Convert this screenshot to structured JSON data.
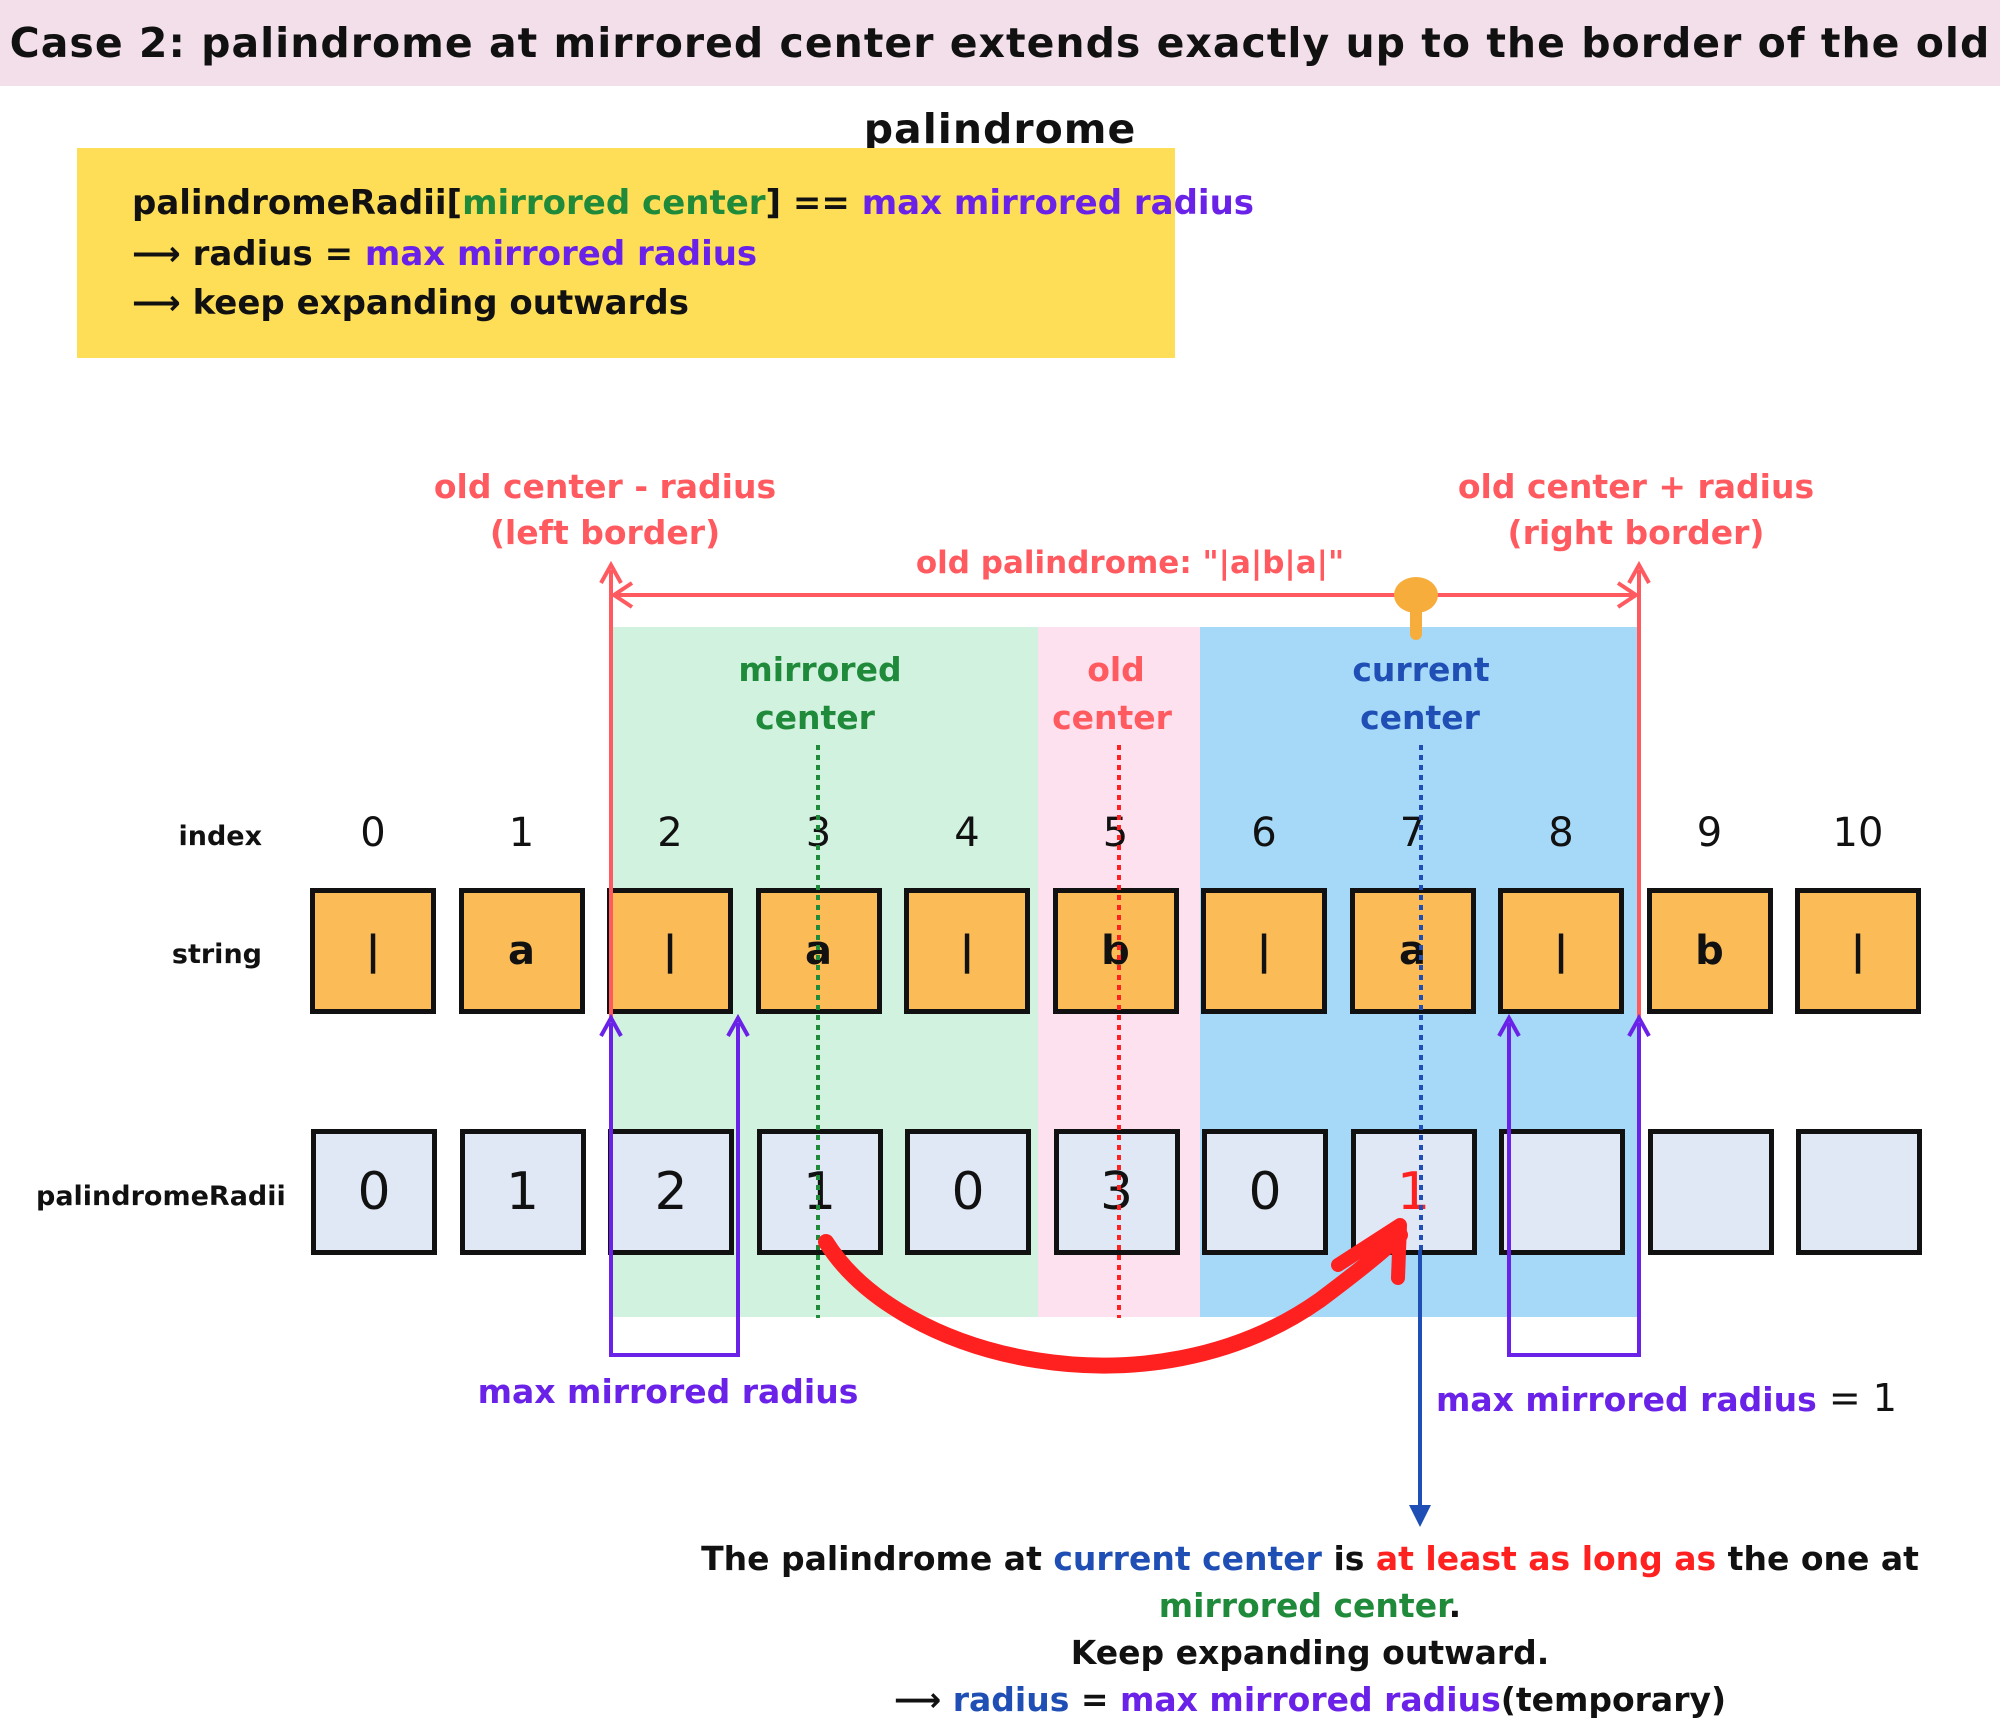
{
  "title": "Case 2: palindrome at mirrored center extends exactly up to the border of the old palindrome",
  "code_box": {
    "line1": {
      "a": "palindromeRadii[",
      "b": "mirrored center",
      "c": "]  == ",
      "d": "max mirrored radius"
    },
    "line2": {
      "arrow": "⟶ ",
      "a": "radius = ",
      "b": "max mirrored radius"
    },
    "line3": {
      "arrow": "⟶ ",
      "a": "keep expanding outwards"
    }
  },
  "labels": {
    "left_border_line1": "old center - radius",
    "left_border_line2": "(left border)",
    "right_border_line1": "old center + radius",
    "right_border_line2": "(right border)",
    "old_palindrome": "old palindrome: \"|a|b|a|\"",
    "mirrored_center_1": "mirrored",
    "mirrored_center_2": "center",
    "old_center_1": "old",
    "old_center_2": "center",
    "current_center_1": "current",
    "current_center_2": "center",
    "max_mirrored_left": "max mirrored radius",
    "max_mirrored_right": "max mirrored radius",
    "max_mirrored_right_value": " = 1"
  },
  "rows": {
    "index": "index",
    "string": "string",
    "radii": "palindromeRadii"
  },
  "indices": [
    "0",
    "1",
    "2",
    "3",
    "4",
    "5",
    "6",
    "7",
    "8",
    "9",
    "10"
  ],
  "string_chars": [
    "|",
    "a",
    "|",
    "a",
    "|",
    "b",
    "|",
    "a",
    "|",
    "b",
    "|"
  ],
  "radii_values": [
    "0",
    "1",
    "2",
    "1",
    "0",
    "3",
    "0",
    "1",
    "",
    "",
    ""
  ],
  "bottom_note": {
    "l1a": "The palindrome at ",
    "l1b": "current center",
    "l1c": " is ",
    "l1d": "at least as long as",
    "l1e": " the one at ",
    "l1f": "mirrored center",
    "l1g": ".",
    "l2": "Keep expanding outward.",
    "l3a": "⟶ ",
    "l3b": "radius",
    "l3c": " = ",
    "l3d": "max mirrored radius",
    "l3e": "(temporary)"
  },
  "colors": {
    "green": "#1f8a3a",
    "red": "#ff5a5f",
    "purple": "#6a22e8",
    "blue": "#1f4fb5",
    "bright_red": "#ff2020"
  }
}
